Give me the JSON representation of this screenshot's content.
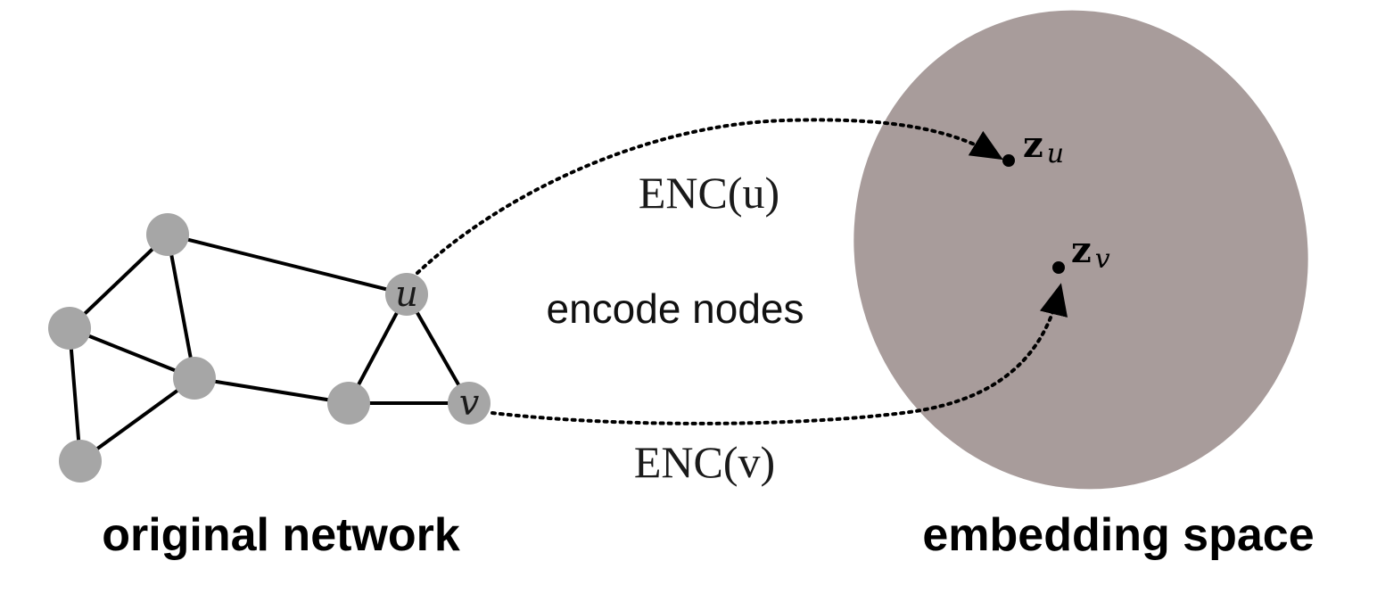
{
  "colors": {
    "node_fill": "#a6a6a6",
    "embedding_space_fill": "#a89c9b",
    "edge": "#000000"
  },
  "network": {
    "caption": "original network",
    "node_labels": {
      "u": "u",
      "v": "v"
    }
  },
  "mapping": {
    "center_text": "encode nodes",
    "enc_u": "ENC(u)",
    "enc_v": "ENC(v)"
  },
  "embedding": {
    "caption": "embedding space",
    "points": {
      "zu_main": "z",
      "zu_sub": "u",
      "zv_main": "z",
      "zv_sub": "v"
    }
  }
}
